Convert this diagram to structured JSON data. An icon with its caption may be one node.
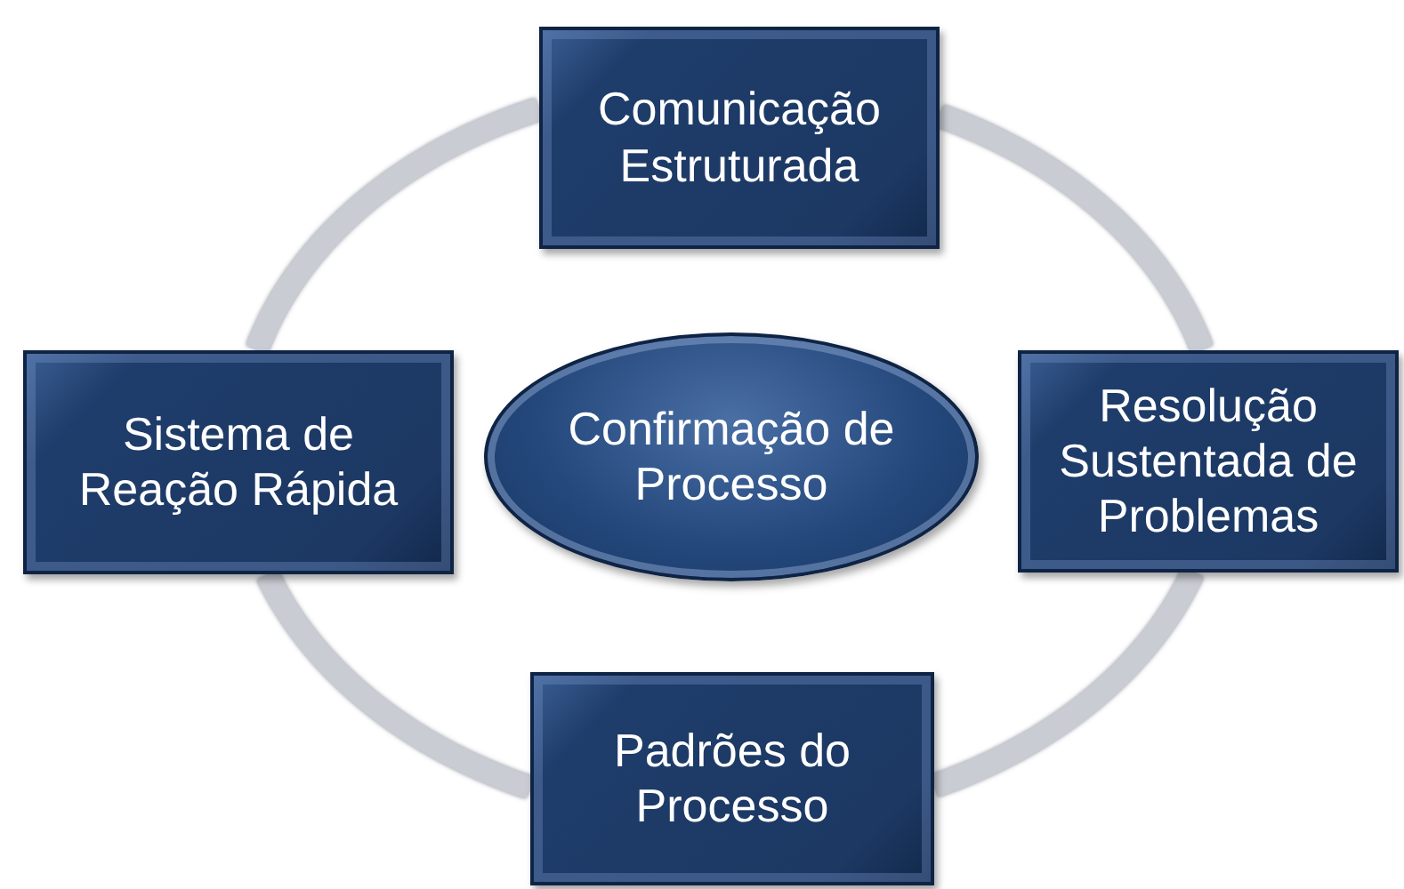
{
  "diagram": {
    "nodes": [
      {
        "text": [
          "Comunicação Estruturada"
        ]
      },
      {
        "text": [
          "Sistema de Reação Rápida"
        ]
      },
      {
        "text": [
          "Confirmação de Processo"
        ]
      },
      {
        "text": [
          "Resolução Sustentada de Problemas"
        ]
      },
      {
        "text": [
          "Padrões do Processo"
        ]
      }
    ],
    "edges": [
      {
        "from": 0,
        "to": 3,
        "arrow": "none"
      },
      {
        "from": 3,
        "to": 4,
        "arrow": "none"
      },
      {
        "from": 4,
        "to": 1,
        "arrow": "none"
      },
      {
        "from": 1,
        "to": 0,
        "arrow": "none"
      }
    ]
  }
}
